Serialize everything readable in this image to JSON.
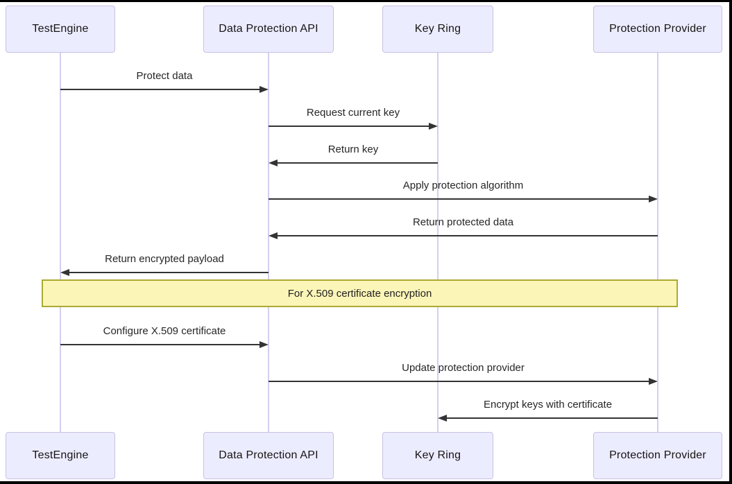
{
  "diagram": {
    "type": "sequence",
    "participants": [
      {
        "id": "testengine",
        "label": "TestEngine"
      },
      {
        "id": "dpapi",
        "label": "Data Protection API"
      },
      {
        "id": "keyring",
        "label": "Key Ring"
      },
      {
        "id": "provider",
        "label": "Protection Provider"
      }
    ],
    "messages": [
      {
        "from": "testengine",
        "to": "dpapi",
        "label": "Protect data"
      },
      {
        "from": "dpapi",
        "to": "keyring",
        "label": "Request current key"
      },
      {
        "from": "keyring",
        "to": "dpapi",
        "label": "Return key"
      },
      {
        "from": "dpapi",
        "to": "provider",
        "label": "Apply protection algorithm"
      },
      {
        "from": "provider",
        "to": "dpapi",
        "label": "Return protected data"
      },
      {
        "from": "dpapi",
        "to": "testengine",
        "label": "Return encrypted payload"
      },
      {
        "type": "note",
        "over": [
          "TestEngine",
          "Protection Provider"
        ],
        "label": "For X.509 certificate encryption"
      },
      {
        "from": "testengine",
        "to": "dpapi",
        "label": "Configure X.509 certificate"
      },
      {
        "from": "dpapi",
        "to": "provider",
        "label": "Update protection provider"
      },
      {
        "from": "provider",
        "to": "keyring",
        "label": "Encrypt keys with certificate"
      }
    ],
    "colors": {
      "actor_fill": "#ECECFF",
      "actor_border": "#C7C1E4",
      "lifeline": "#D5CEEF",
      "message_line": "#333333",
      "note_fill": "#FCF5B8",
      "note_border": "#AAAA33",
      "text": "#1F1F1F"
    }
  }
}
